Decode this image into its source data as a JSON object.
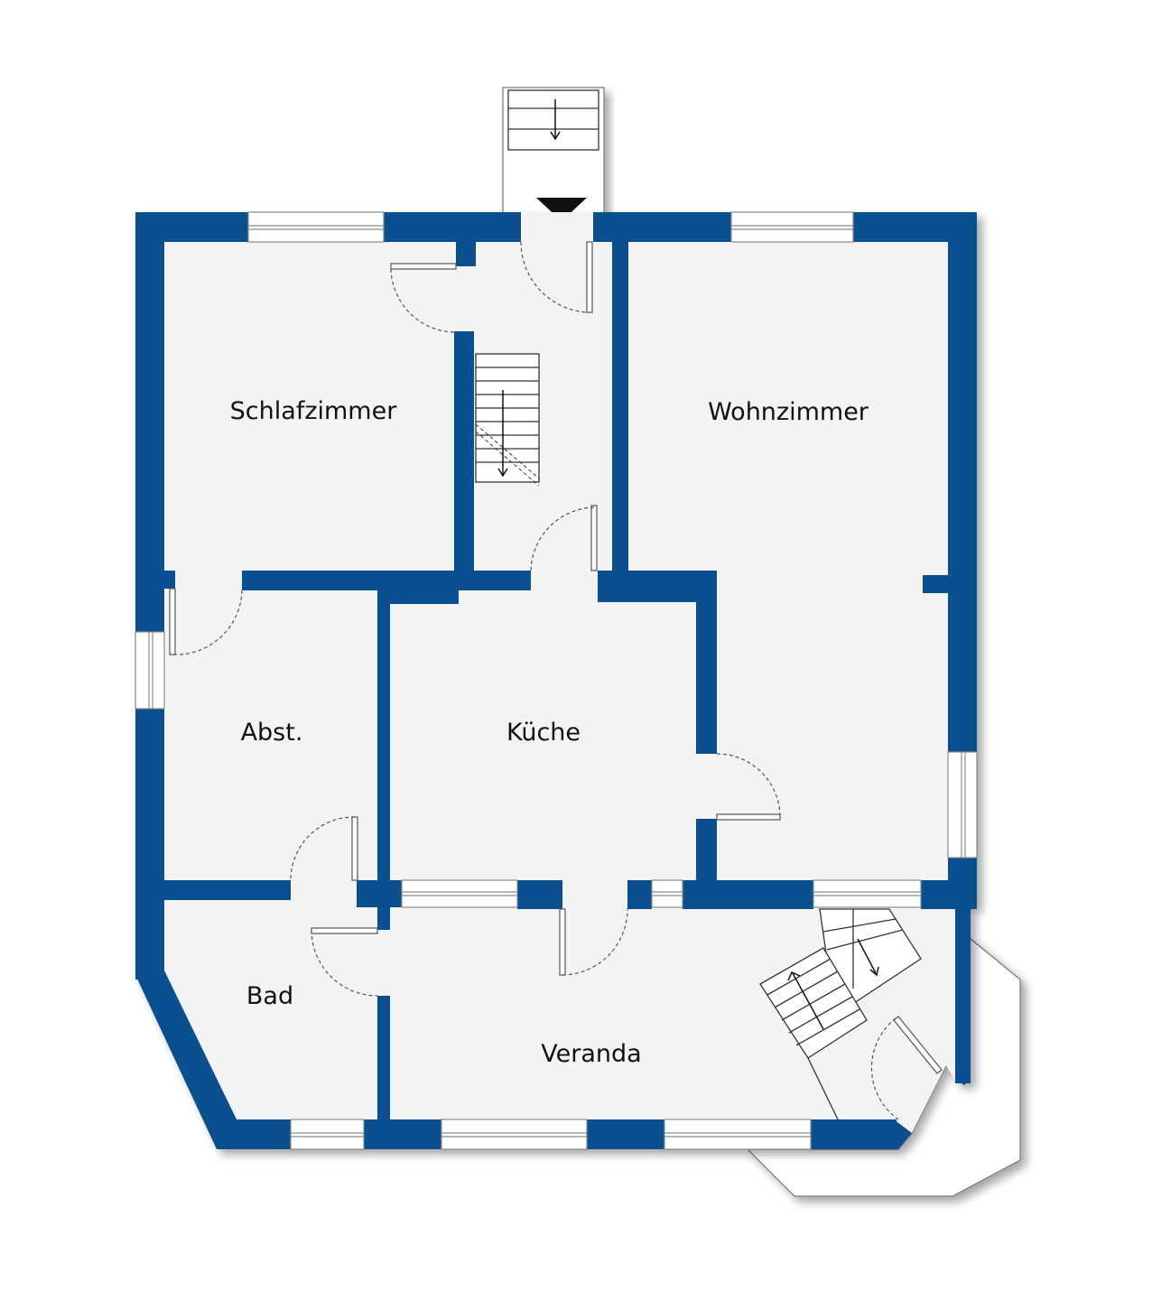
{
  "colors": {
    "wall": "#0a4f8f",
    "floor": "#f3f3f3",
    "window": "#ffffff",
    "background": "#ffffff"
  },
  "rooms": {
    "schlafzimmer": "Schlafzimmer",
    "wohnzimmer": "Wohnzimmer",
    "abst": "Abst.",
    "kueche": "Küche",
    "bad": "Bad",
    "veranda": "Veranda"
  },
  "icons": {
    "entrance": "entrance-triangle-icon",
    "stair_arrow": "stair-direction-arrow-icon"
  }
}
